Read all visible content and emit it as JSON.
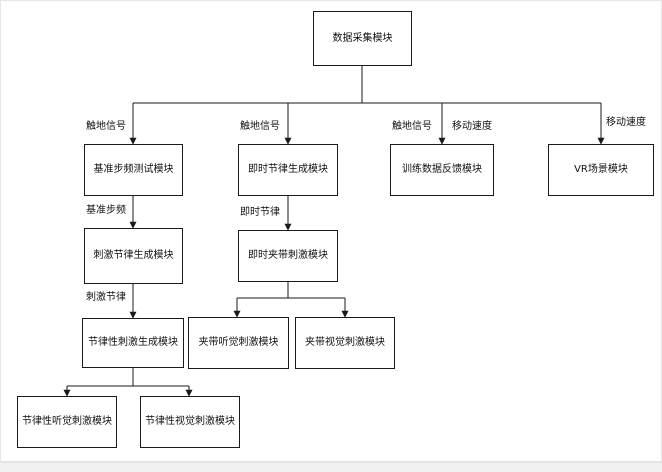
{
  "nodes": {
    "data_collection": "数据采集模块",
    "baseline_step_test": "基准步频测试模块",
    "stimulus_rhythm_gen": "刺激节律生成模块",
    "rhythmic_stimulus_gen": "节律性刺激生成模块",
    "rhythmic_auditory": "节律性听觉刺激模块",
    "rhythmic_visual": "节律性视觉刺激模块",
    "instant_rhythm_gen": "即时节律生成模块",
    "instant_band_stimulus": "即时夹带刺激模块",
    "band_auditory": "夹带听觉刺激模块",
    "band_visual": "夹带视觉刺激模块",
    "training_feedback": "训练数据反馈模块",
    "vr_scene": "VR场景模块"
  },
  "edge_labels": {
    "touch_signal_1": "触地信号",
    "touch_signal_2": "触地信号",
    "touch_signal_3": "触地信号",
    "move_speed_1": "移动速度",
    "move_speed_2": "移动速度",
    "baseline_step": "基准步频",
    "stimulus_rhythm": "刺激节律",
    "instant_rhythm": "即时节律"
  },
  "colors": {
    "line": "#1a1a1a",
    "text": "#111111",
    "background": "#ffffff"
  }
}
